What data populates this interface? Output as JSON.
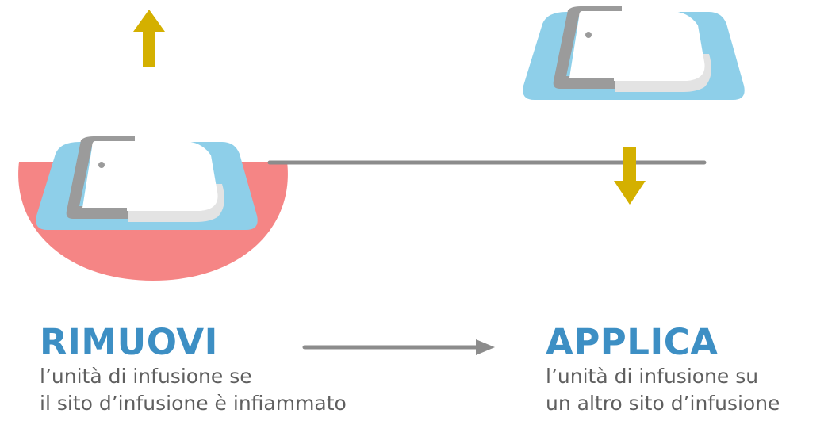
{
  "colors": {
    "title_blue": "#3d8fc4",
    "text_gray": "#5f5f5f",
    "skin_red": "#f58585",
    "patch_blue": "#8ecfe9",
    "pod_white": "#ffffff",
    "pod_shadow": "#e3e3e3",
    "pod_gray": "#9b9b9b",
    "arrow_yellow": "#d4b000",
    "line_gray": "#8c8c8c"
  },
  "icons": {
    "remove_arrow": "arrow-up-icon",
    "apply_arrow": "arrow-down-icon",
    "step_arrow": "arrow-right-icon",
    "pod": "infusion-pod-icon"
  },
  "steps": {
    "remove": {
      "title": "RIMUOVI",
      "lines": [
        "l’unità di infusione se",
        "il sito d’infusione è infiammato"
      ]
    },
    "apply": {
      "title": "APPLICA",
      "lines": [
        "l’unità di infusione su",
        "un altro sito d’infusione"
      ]
    }
  }
}
